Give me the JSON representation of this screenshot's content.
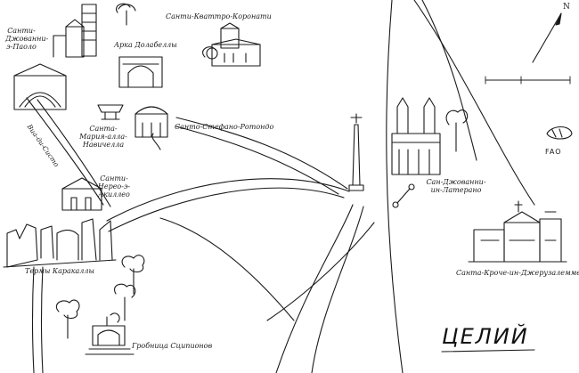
{
  "region_title": "ЦЕЛИЙ",
  "compass_letter": "N",
  "fao_label": "FAO",
  "streets": {
    "via_di_san_sisto": "Виа-ди-Систо"
  },
  "landmarks": {
    "santi_giovanni_e_paolo": "Санти-Джованни-э-Паоло",
    "arco_di_dolabella": "Арка Долабеллы",
    "santi_quattro_coronati": "Санти-Кваттро-Коронати",
    "santa_maria_navicella": "Санта-Мария-алла-Навичелла",
    "santo_stefano_rotondo": "Санто-Стефано-Ротондо",
    "santi_nereo_e_achilleo": "Санти-Нерео-э-Акиллео",
    "terme_di_caracalla": "Термы Каракаллы",
    "tomba_degli_scipioni": "Гробница Сципионов",
    "san_giovanni_in_laterano": "Сан-Джованни-ин-Латерано",
    "santa_croce_in_gerusalemme": "Санта-Кроче-ин-Джерузалемме"
  },
  "colors": {
    "ink": "#1a1a1a",
    "paper": "#ffffff"
  }
}
